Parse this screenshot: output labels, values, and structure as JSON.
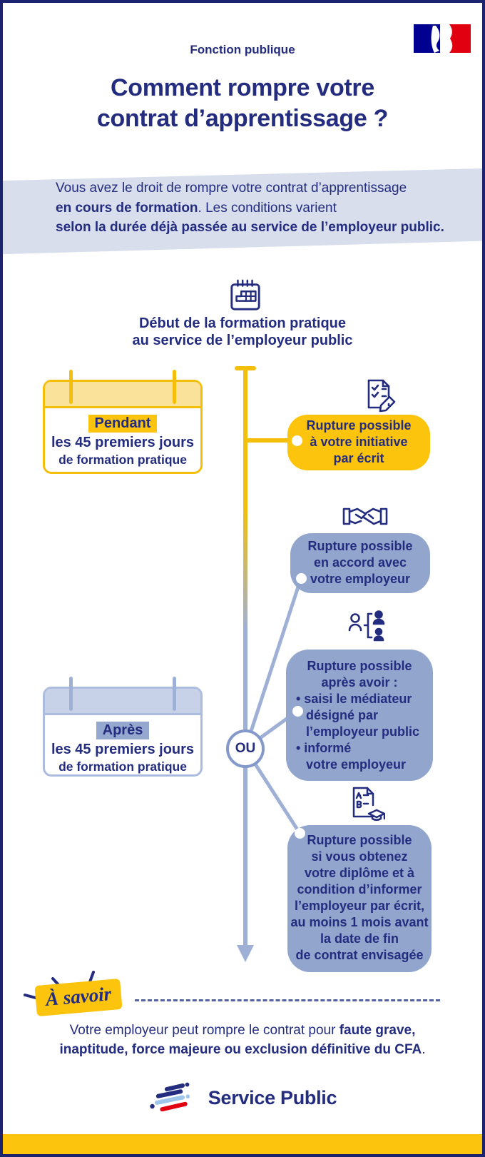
{
  "page": {
    "kicker": "Fonction publique",
    "title_line1": "Comment rompre votre",
    "title_line2": "contrat d’apprentissage ?"
  },
  "intro": {
    "line1": "Vous avez le droit de rompre votre contrat d’apprentissage",
    "line2_bold": "en cours de formation",
    "line2_rest": ". Les conditions varient",
    "line3_bold": "selon la durée déjà passée au service de l’employeur public."
  },
  "timeline": {
    "heading_line1": "Début de la formation pratique",
    "heading_line2": "au service de l’employeur public",
    "or_label": "OU"
  },
  "cards": {
    "pendant": {
      "tag": "Pendant",
      "line1": "les 45 premiers jours",
      "line2": "de formation pratique"
    },
    "apres": {
      "tag": "Après",
      "line1": "les 45 premiers jours",
      "line2": "de formation pratique"
    }
  },
  "bubbles": {
    "initiative": {
      "lines": [
        "Rupture possible",
        "à votre initiative",
        "par écrit"
      ]
    },
    "accord": {
      "lines": [
        "Rupture possible",
        "en accord avec",
        "votre employeur"
      ]
    },
    "mediateur": {
      "lines": [
        "Rupture possible",
        "après avoir :",
        "• saisi le médiateur",
        "désigné par",
        "l’employeur public",
        "• informé",
        "votre employeur"
      ]
    },
    "diplome": {
      "lines": [
        "Rupture possible",
        "si vous obtenez",
        "votre diplôme et à",
        "condition d’informer",
        "l’employeur par écrit,",
        "au moins 1 mois avant",
        "la date de fin",
        "de contrat envisagée"
      ]
    }
  },
  "savoir": {
    "label": "À savoir"
  },
  "note": {
    "lead": "Votre employeur peut rompre le contrat pour ",
    "bold1": "faute grave,",
    "bold2": "inaptitude, force majeure ou exclusion définitive du CFA",
    "end": "."
  },
  "footer": {
    "brand": "Service Public"
  },
  "colors": {
    "navy": "#232c7e",
    "gold": "#fcc40d",
    "pale_gold": "#fbe29b",
    "periwinkle": "#92a5cd",
    "pale_periwinkle": "#c7d2e8",
    "band": "#d8deec",
    "line_blue": "#9fb0d6",
    "red": "#e1000f",
    "light_blue": "#9fc5e8",
    "gov_blue": "#000091"
  }
}
